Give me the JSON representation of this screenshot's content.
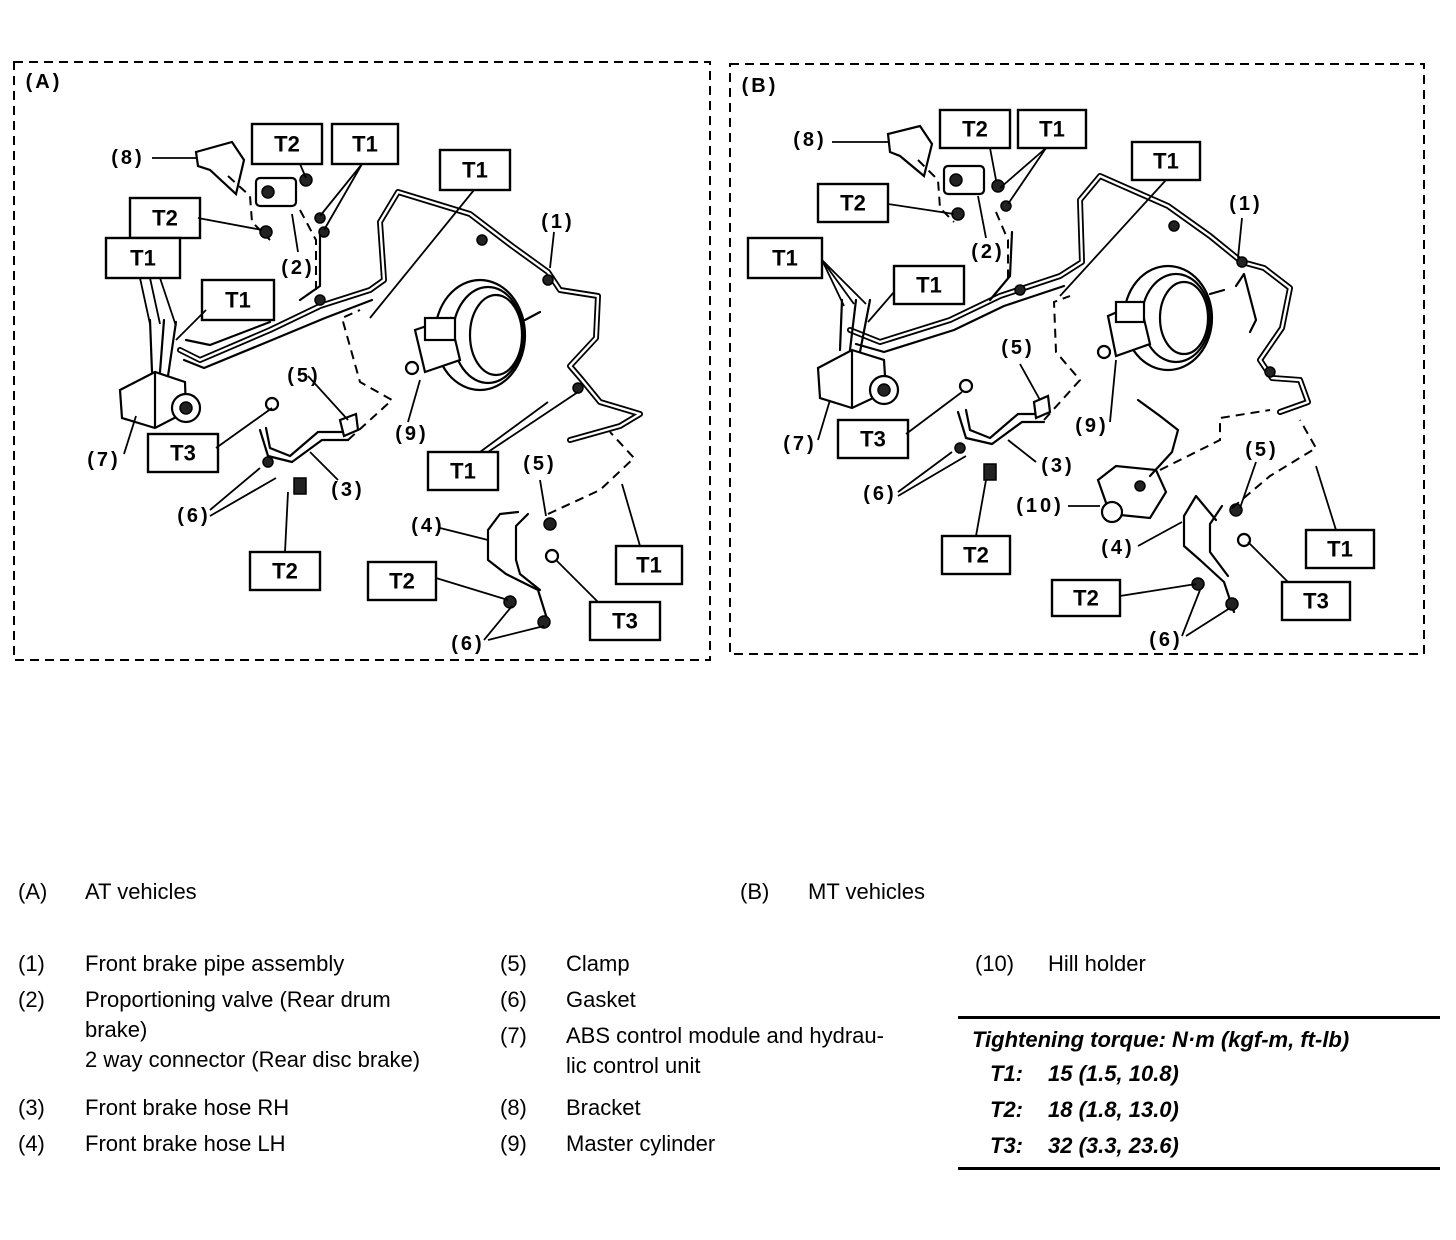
{
  "panels": [
    {
      "label": "(A)"
    },
    {
      "label": "(B)"
    }
  ],
  "torque_labels": {
    "t1": "T1",
    "t2": "T2",
    "t3": "T3"
  },
  "callouts": {
    "c1": "(1)",
    "c2": "(2)",
    "c3": "(3)",
    "c4": "(4)",
    "c5": "(5)",
    "c6": "(6)",
    "c7": "(7)",
    "c8": "(8)",
    "c9": "(9)",
    "c10": "(10)"
  },
  "legend": {
    "vehicles": [
      {
        "num": "(A)",
        "text": "AT vehicles"
      },
      {
        "num": "(B)",
        "text": "MT vehicles"
      }
    ],
    "col1": [
      {
        "num": "(1)",
        "text": "Front brake pipe assembly"
      },
      {
        "num": "(2)",
        "text": "Proportioning valve (Rear drum brake)",
        "line1": "Proportioning valve (Rear drum",
        "line2": "brake)",
        "line3": "2 way connector (Rear disc brake)"
      },
      {
        "num": "(3)",
        "text": "Front brake hose RH"
      },
      {
        "num": "(4)",
        "text": "Front brake hose LH"
      }
    ],
    "col2": [
      {
        "num": "(5)",
        "text": "Clamp"
      },
      {
        "num": "(6)",
        "text": "Gasket"
      },
      {
        "num": "(7)",
        "line1": "ABS control module and hydrau-",
        "line2": "lic control unit"
      },
      {
        "num": "(8)",
        "text": "Bracket"
      },
      {
        "num": "(9)",
        "text": "Master cylinder"
      }
    ],
    "col3": [
      {
        "num": "(10)",
        "text": "Hill holder"
      }
    ]
  },
  "torque_spec": {
    "heading": "Tightening torque: N·m (kgf-m, ft-lb)",
    "rows": [
      {
        "label": "T1:",
        "value": "15 (1.5, 10.8)"
      },
      {
        "label": "T2:",
        "value": "18 (1.8, 13.0)"
      },
      {
        "label": "T3:",
        "value": "32 (3.3, 23.6)"
      }
    ]
  }
}
